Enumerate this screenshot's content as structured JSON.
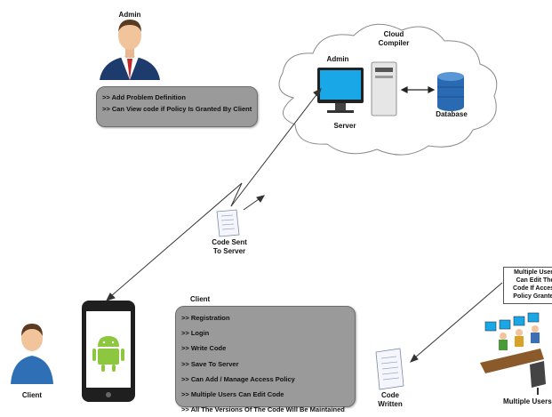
{
  "admin_top": {
    "title": "Admin"
  },
  "admin_box": {
    "lines": [
      ">> Add Problem Definition",
      ">> Can View code if Policy Is Granted By Client"
    ]
  },
  "cloud": {
    "title": "Cloud\nCompiler",
    "admin_label": "Admin",
    "server_label": "Server",
    "database_label": "Database"
  },
  "code_sent": {
    "label": "Code Sent\nTo Server"
  },
  "client_box": {
    "title": "Client",
    "lines": [
      ">> Registration",
      ">> Login",
      ">> Write Code",
      ">> Save To Server",
      ">> Can Add / Manage Access Policy",
      ">> Multiple Users Can Edit Code",
      ">> All The Versions Of The Code Will Be Maintained"
    ]
  },
  "client_person": {
    "label": "Client"
  },
  "code_written": {
    "label": "Code\nWritten"
  },
  "multi_box": {
    "text": "Multiple Users\nCan Edit The\nCode If Access\nPolicy Granted"
  },
  "multi_users": {
    "label": "Multiple Users"
  },
  "colors": {
    "box_gray": "#9a9a9a",
    "android_green": "#8dc63f",
    "monitor_blue": "#1aa7e8",
    "skin": "#f2c49b",
    "suit": "#1d3b6c",
    "client_shirt": "#2f6fb5"
  }
}
